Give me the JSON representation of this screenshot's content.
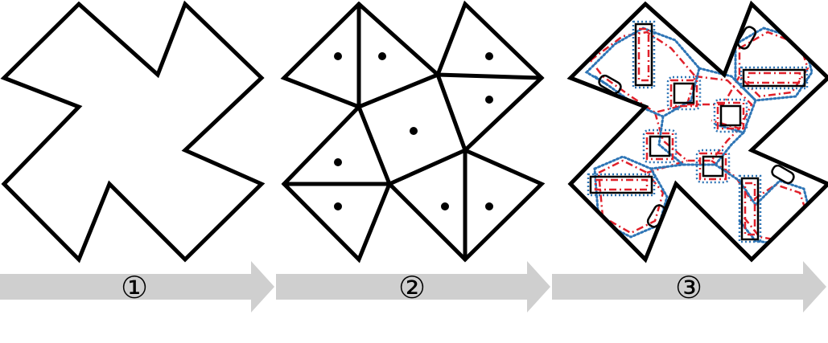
{
  "steps": [
    {
      "label": "①"
    },
    {
      "label": "②"
    },
    {
      "label": "③"
    }
  ],
  "colors": {
    "outline": "#000000",
    "arrow": "#cfcfcf",
    "red_dashdot": "#e0202a",
    "blue_dotted": "#2e75b6"
  }
}
